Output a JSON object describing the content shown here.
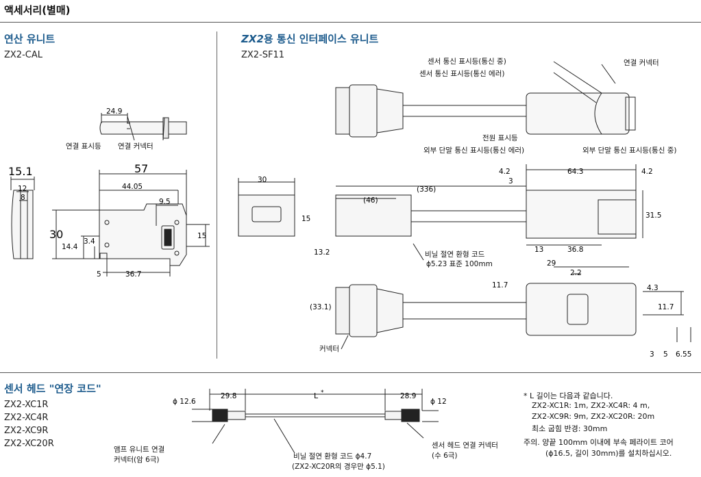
{
  "page": {
    "title": "액세서리(별매)"
  },
  "cal": {
    "title": "연산 유니트",
    "model": "ZX2-CAL",
    "labels": {
      "indicator": "연결 표시등",
      "connector": "연결 커넥터"
    },
    "dims": {
      "d249": "24.9",
      "d151": "15.1",
      "d12": "12",
      "d8": "8",
      "d57": "57",
      "d4405": "44.05",
      "d95": "9.5",
      "d30": "30",
      "d144": "14.4",
      "d34": "3.4",
      "d15": "15",
      "d5": "5",
      "d367": "36.7"
    }
  },
  "sf11": {
    "title_bold": "ZX2",
    "title_rest": "용 통신 인터페이스 유니트",
    "model": "ZX2-SF11",
    "labels": {
      "comm_ok": "센서 통신 표시등(통신 중)",
      "comm_err": "센서 통신 표시등(통신 에러)",
      "connector_top": "연결 커넥터",
      "power": "전원 표시등",
      "ext_err": "외부 단말 통신 표시등(통신 에러)",
      "ext_ok": "외부 단말 통신 표시등(통신 중)",
      "cable_line1": "비닐 절연 환형 코드",
      "cable_line2": "ϕ5.23 표준 100mm",
      "connector_bottom": "커넥터"
    },
    "dims": {
      "d42a": "4.2",
      "d643": "64.3",
      "d42b": "4.2",
      "d3a": "3",
      "d30": "30",
      "d336": "(336)",
      "d46": "(46)",
      "d15": "15",
      "d315": "31.5",
      "d132": "13.2",
      "d13": "13",
      "d368": "36.8",
      "d29": "29",
      "d22": "2.2",
      "d117a": "11.7",
      "d43": "4.3",
      "d331": "(33.1)",
      "d117b": "11.7",
      "d3b": "3",
      "d5": "5",
      "d655": "6.55"
    }
  },
  "ext": {
    "title": "센서 헤드 \"연장 코드\"",
    "models": [
      "ZX2-XC1R",
      "ZX2-XC4R",
      "ZX2-XC9R",
      "ZX2-XC20R"
    ],
    "dims": {
      "phi126": "ϕ 12.6",
      "d298": "29.8",
      "L": "L",
      "star": "*",
      "d289": "28.9",
      "phi12": "ϕ 12"
    },
    "labels": {
      "amp_line1": "앰프 유니트 연결",
      "amp_line2": "커넥터(암 6극)",
      "cord_line1": "비닐 절연 환형 코드 ϕ4.7",
      "cord_line2": "(ZX2-XC20R의 경우만 ϕ5.1)",
      "head_line1": "센서 헤드 연결 커넥터",
      "head_line2": "(수 6극)"
    },
    "notes": [
      "* L 길이는 다음과 같습니다.",
      "ZX2-XC1R: 1m, ZX2-XC4R:  4 m,",
      "ZX2-XC9R: 9m, ZX2-XC20R: 20m",
      "최소 굽힘 반경: 30mm",
      "주의.  양끝 100mm 이내에 부속 페라이트 코어",
      "(ϕ16.5, 길이 30mm)를 설치하십시오."
    ]
  },
  "colors": {
    "title_blue": "#1b5a8c",
    "line": "#222222",
    "part_fill": "#f4f4f4"
  }
}
